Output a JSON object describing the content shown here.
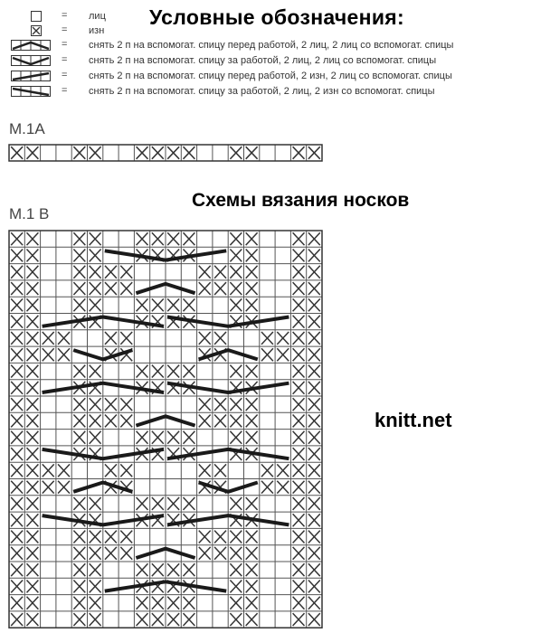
{
  "legend": {
    "title": "Условные обозначения:",
    "items": [
      {
        "symbol": "empty-square-icon",
        "eq": "=",
        "text": "лиц"
      },
      {
        "symbol": "x-square-icon",
        "eq": "=",
        "text": "изн"
      },
      {
        "symbol": "cable-left-knit-icon",
        "eq": "=",
        "text": "снять 2 п на вспомогат. спицу перед работой, 2 лиц, 2 лиц со вспомогат. спицы"
      },
      {
        "symbol": "cable-right-knit-icon",
        "eq": "=",
        "text": "снять 2 п на вспомогат. спицу за работой, 2 лиц, 2 лиц со вспомогат. спицы"
      },
      {
        "symbol": "cable-left-purl-icon",
        "eq": "=",
        "text": "снять 2 п на вспомогат. спицу перед работой, 2 изн, 2 лиц со вспомогат. спицы"
      },
      {
        "symbol": "cable-right-purl-icon",
        "eq": "=",
        "text": "снять 2 п на вспомогат. спицу за работой, 2 лиц, 2 изн со вспомогат. спицы"
      }
    ]
  },
  "chart_a": {
    "label": "M.1A",
    "cols": 20,
    "rows": [
      "XX..XX..XXXX..XX..XX"
    ]
  },
  "section_title": "Схемы вязания носков",
  "chart_b": {
    "label": "M.1 B",
    "cols": 20,
    "rows": [
      "XX..XX..XXXX..XX..XX",
      "XX..XX..XXXX..XX..XX",
      "XX..XXXX....XXXX..XX",
      "XX..XXXX....XXXX..XX",
      "XX..XX..XXXX..XX..XX",
      "XX..XX..XXXX..XX..XX",
      "XXXX..XX....XX..XXXX",
      "XXXX..XX....XX..XXXX",
      "XX..XX..XXXX..XX..XX",
      "XX..XX..XXXX..XX..XX",
      "XX..XXXX....XXXX..XX",
      "XX..XXXX....XXXX..XX",
      "XX..XX..XXXX..XX..XX",
      "XX..XX..XXXX..XX..XX",
      "XXXX..XX....XX..XXXX",
      "XXXX..XX....XX..XXXX",
      "XX..XX..XXXX..XX..XX",
      "XX..XX..XXXX..XX..XX",
      "XX..XXXX....XXXX..XX",
      "XX..XXXX....XXXX..XX",
      "XX..XX..XXXX..XX..XX",
      "XX..XX..XXXX..XX..XX",
      "XX..XX..XXXX..XX..XX",
      "XX..XX..XXXX..XX..XX"
    ],
    "cables": [
      {
        "row": 1,
        "c1": 6,
        "c2": 14,
        "shape": "V"
      },
      {
        "row": 3,
        "c1": 8,
        "c2": 12,
        "shape": "A"
      },
      {
        "row": 5,
        "c1": 2,
        "c2": 10,
        "shape": "A"
      },
      {
        "row": 5,
        "c1": 10,
        "c2": 18,
        "shape": "V"
      },
      {
        "row": 7,
        "c1": 4,
        "c2": 8,
        "shape": "V"
      },
      {
        "row": 7,
        "c1": 12,
        "c2": 16,
        "shape": "A"
      },
      {
        "row": 9,
        "c1": 2,
        "c2": 10,
        "shape": "A"
      },
      {
        "row": 9,
        "c1": 10,
        "c2": 18,
        "shape": "V"
      },
      {
        "row": 11,
        "c1": 8,
        "c2": 12,
        "shape": "A"
      },
      {
        "row": 13,
        "c1": 2,
        "c2": 10,
        "shape": "V"
      },
      {
        "row": 13,
        "c1": 10,
        "c2": 18,
        "shape": "A"
      },
      {
        "row": 15,
        "c1": 4,
        "c2": 8,
        "shape": "A"
      },
      {
        "row": 15,
        "c1": 12,
        "c2": 16,
        "shape": "V"
      },
      {
        "row": 17,
        "c1": 2,
        "c2": 10,
        "shape": "V"
      },
      {
        "row": 17,
        "c1": 10,
        "c2": 18,
        "shape": "A"
      },
      {
        "row": 19,
        "c1": 8,
        "c2": 12,
        "shape": "A"
      },
      {
        "row": 21,
        "c1": 6,
        "c2": 14,
        "shape": "A"
      }
    ]
  },
  "watermark": "knitt.net"
}
